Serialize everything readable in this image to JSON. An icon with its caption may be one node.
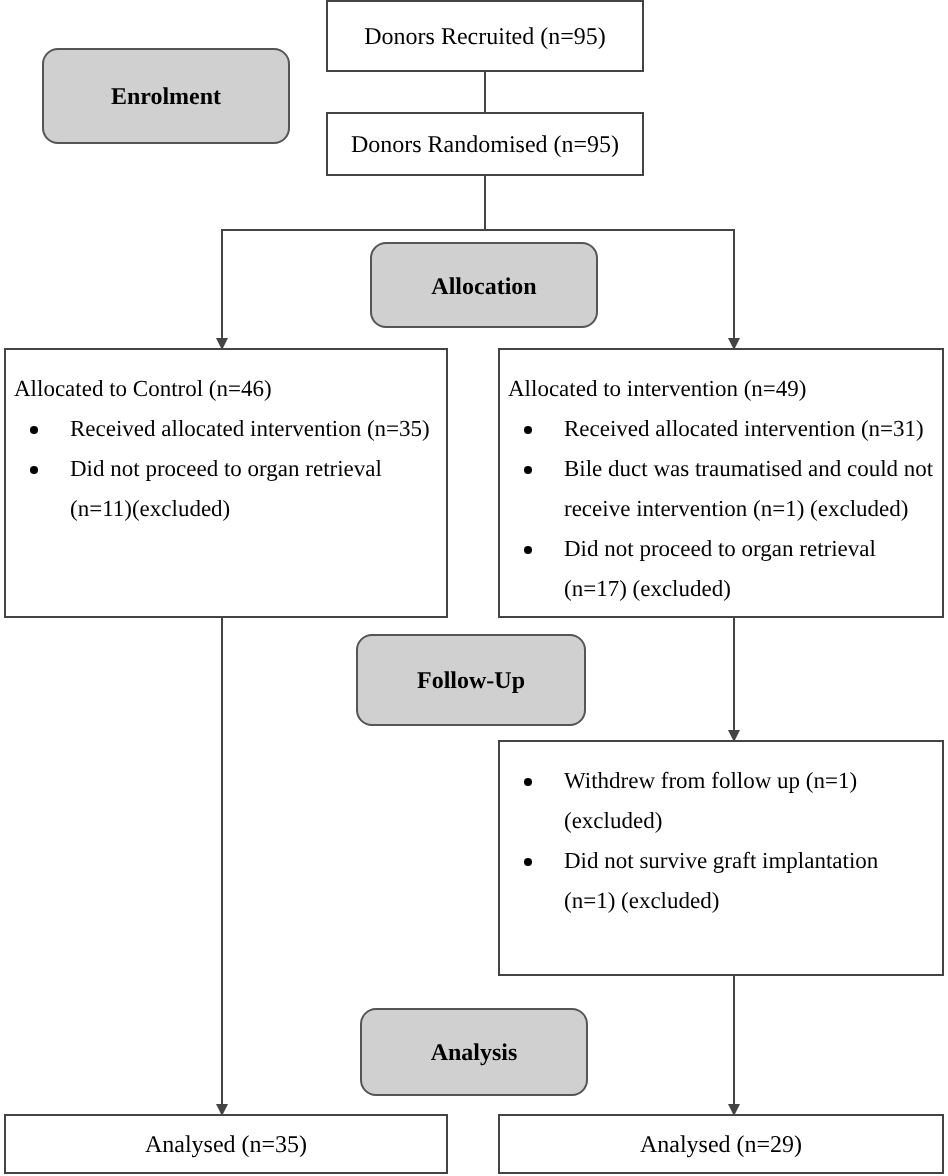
{
  "diagram": {
    "nodes": [
      {
        "text": [
          "Donors Recruited (n=95)"
        ]
      },
      {
        "text": [
          "Enrolment"
        ]
      },
      {
        "text": [
          "Donors Randomised (n=95)"
        ]
      },
      {
        "text": [
          "Allocation"
        ]
      },
      {
        "text": [
          "Allocated to Control (n=46)",
          "Received allocated intervention (n=35)",
          "Did not proceed to organ retrieval (n=11)(excluded)"
        ]
      },
      {
        "text": [
          "Allocated to intervention (n=49)",
          "Received allocated intervention (n=31)",
          "Bile duct was traumatised and could not receive intervention (n=1) (excluded)",
          "Did not proceed to organ retrieval (n=17) (excluded)"
        ]
      },
      {
        "text": [
          "Follow-Up"
        ]
      },
      {
        "text": [
          "Withdrew from follow up (n=1) (excluded)",
          "Did not survive graft implantation (n=1) (excluded)"
        ]
      },
      {
        "text": [
          "Analysis"
        ]
      },
      {
        "text": [
          "Analysed (n=35)"
        ]
      },
      {
        "text": [
          "Analysed (n=29)"
        ]
      }
    ],
    "edges": [
      {
        "from": 0,
        "to": 2,
        "arrow": "none"
      },
      {
        "from": 2,
        "to": 4,
        "arrow": "to"
      },
      {
        "from": 2,
        "to": 5,
        "arrow": "to"
      },
      {
        "from": 4,
        "to": 9,
        "arrow": "to"
      },
      {
        "from": 5,
        "to": 7,
        "arrow": "to"
      },
      {
        "from": 7,
        "to": 10,
        "arrow": "to"
      }
    ]
  }
}
